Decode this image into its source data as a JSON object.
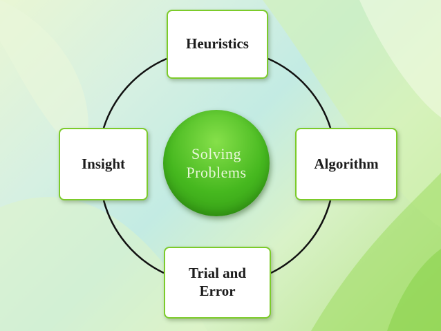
{
  "center": {
    "lines": [
      "Solving",
      "Problems"
    ]
  },
  "nodes": {
    "top": {
      "lines": [
        "Heuristics"
      ]
    },
    "right": {
      "lines": [
        "Algorithm"
      ]
    },
    "bottom": {
      "lines": [
        "Trial and",
        "Error"
      ]
    },
    "left": {
      "lines": [
        "Insight"
      ]
    }
  },
  "colors": {
    "center_fill": "#46b81f",
    "center_text": "#e9f7da",
    "node_border": "#7ccb2a",
    "node_fill": "#ffffff",
    "connector": "#111111"
  }
}
